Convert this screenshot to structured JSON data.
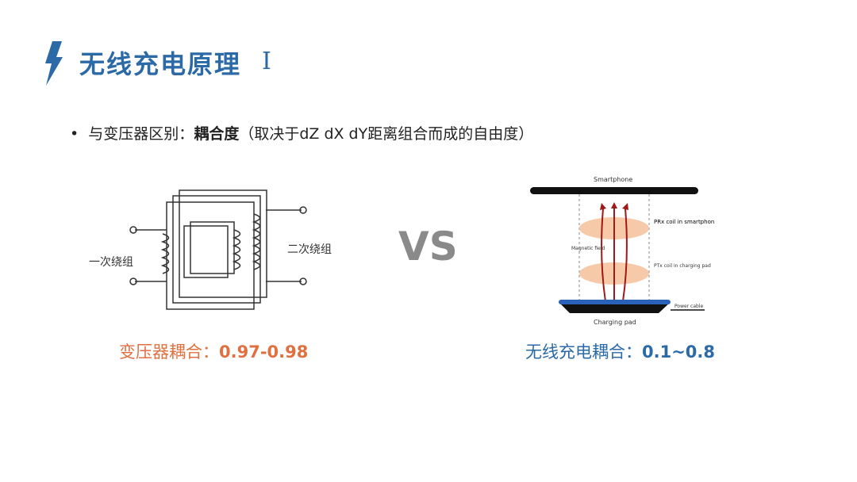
{
  "header": {
    "title": "无线充电原理",
    "roman": "Ⅰ",
    "icon": "lightning-icon"
  },
  "bullet": {
    "prefix": "与变压器区别：",
    "bold": "耦合度",
    "suffix": "（取决于dZ dX dY距离组合而成的自由度）"
  },
  "transformer": {
    "primary": "一次绕组",
    "secondary": "二次绕组"
  },
  "vs": "VS",
  "wireless": {
    "smartphone": "Smartphone",
    "prx": "PRx coil in smartphone",
    "ptx": "PTx coil in charging pad",
    "field": "Magnetic field",
    "cable": "Power cable",
    "pad": "Charging pad"
  },
  "captions": {
    "left_label": "变压器耦合：",
    "left_value": "0.97-0.98",
    "right_label": "无线充电耦合：",
    "right_value": "0.1~0.8"
  },
  "colors": {
    "accent": "#2b6aa6",
    "orange": "#e07040"
  }
}
